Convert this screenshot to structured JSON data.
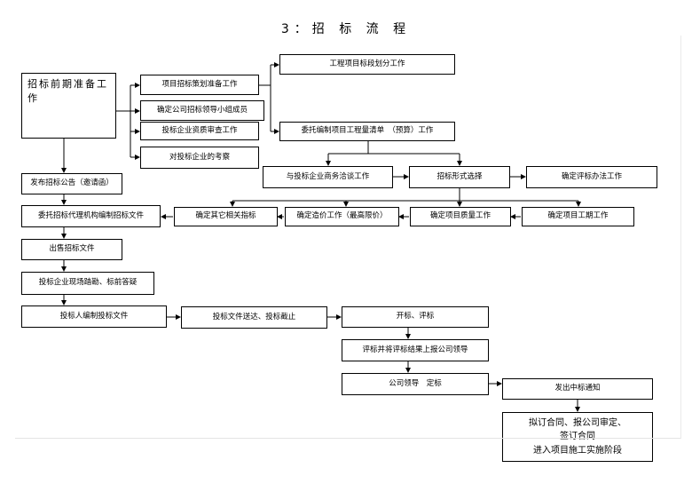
{
  "title": "3：招 标 流 程",
  "nodes": {
    "prep": "招标前期准备工作",
    "plan": "项目招标策划准备工作",
    "leader_group": "确定公司招标领导小组成员",
    "qual_review": "投标企业资质审查工作",
    "inspect": "对投标企业的考察",
    "segment": "工程项目标段划分工作",
    "boq": "委托编制项目工程量清单　（预算）工作",
    "negotiate": "与投标企业商务洽谈工作",
    "bid_form": "招标形式选择",
    "eval_method": "确定评标办法工作",
    "publish": "发布招标公告（邀请函）",
    "agent": "委托招标代理机构编制招标文件",
    "other_index": "确定其它相关指标",
    "cost": "确定造价工作（最高限价）",
    "quality": "确定项目质量工作",
    "duration": "确定项目工期工作",
    "sell": "出售招标文件",
    "site_visit": "投标企业现场踏勘、标前答疑",
    "prepare_bid": "投标人编制投标文件",
    "deliver": "投标文件送达、投标截止",
    "open": "开标、评标",
    "report": "评标并将评标结果上报公司领导",
    "decide": "公司领导　定标",
    "notice": "发出中标通知",
    "contract_l1": "拟订合同、报公司审定、",
    "contract_l2": "签订合同",
    "contract_l3": "进入项目施工实施阶段"
  }
}
